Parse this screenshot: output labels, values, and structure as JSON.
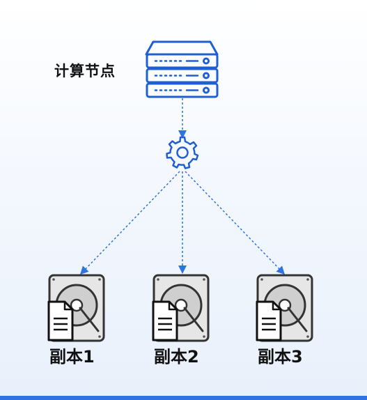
{
  "compute_node": {
    "label": "计算节点",
    "icon": "server-rack-icon"
  },
  "scheduler": {
    "icon": "gear-icon"
  },
  "replicas": [
    {
      "label": "副本1",
      "icon": "disk-with-document-icon"
    },
    {
      "label": "副本2",
      "icon": "disk-with-document-icon"
    },
    {
      "label": "副本3",
      "icon": "disk-with-document-icon"
    }
  ],
  "colors": {
    "accent": "#2f73e0",
    "icon_stroke": "#1f5fd1",
    "text": "#111111"
  }
}
